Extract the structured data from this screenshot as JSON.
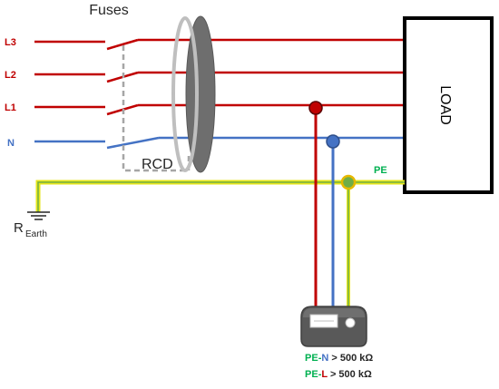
{
  "title": "Fuses",
  "colors": {
    "phase": "#c00000",
    "neutral": "#4472c4",
    "pe_yellow": "#e6e619",
    "pe_green": "#70ad47",
    "label_green": "#00b050",
    "meter_dark": "#595959",
    "meter_light": "#bfbfbf"
  },
  "lines": [
    {
      "id": "L3",
      "label": "L3",
      "color": "phase"
    },
    {
      "id": "L2",
      "label": "L2",
      "color": "phase"
    },
    {
      "id": "L1",
      "label": "L1",
      "color": "phase"
    },
    {
      "id": "N",
      "label": "N",
      "color": "neutral"
    }
  ],
  "rcd_label": "RCD",
  "load_label": "LOAD",
  "pe_label": "PE",
  "earth": {
    "symbol_label": "R",
    "subscript": "Earth"
  },
  "readings": [
    {
      "prefix_1": "PE",
      "prefix_sep": "-",
      "prefix_2": "N",
      "value": " > 500 kΩ"
    },
    {
      "prefix_1": "PE",
      "prefix_sep": "-",
      "prefix_2": "L",
      "value": " > 500 kΩ"
    }
  ]
}
